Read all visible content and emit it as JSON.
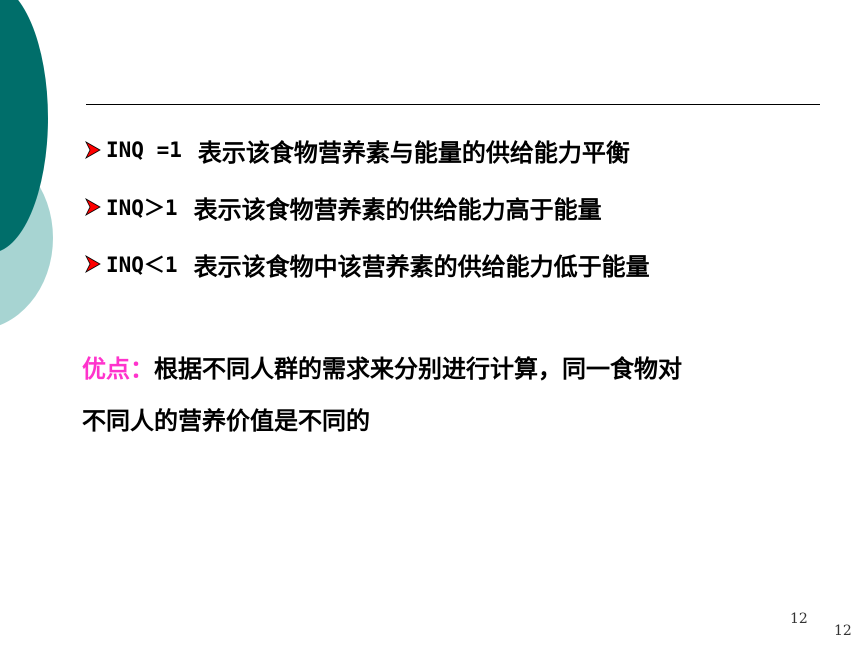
{
  "bullets": [
    {
      "code": "INQ =1",
      "text": "表示该食物营养素与能量的供给能力平衡"
    },
    {
      "code": "INQ＞1",
      "text": "表示该食物营养素的供给能力高于能量"
    },
    {
      "code": "INQ＜1",
      "text": "表示该食物中该营养素的供给能力低于能量"
    }
  ],
  "advantage": {
    "label": "优点：",
    "line1": "根据不同人群的需求来分别进行计算，同一食物对",
    "line2": "不同人的营养价值是不同的"
  },
  "page_number_inner": "12",
  "page_number_outer": "12",
  "colors": {
    "accent": "#ff33cc",
    "marker": "#ff0000",
    "deco_dark": "#006e6a",
    "deco_light": "#a7d4d2"
  }
}
